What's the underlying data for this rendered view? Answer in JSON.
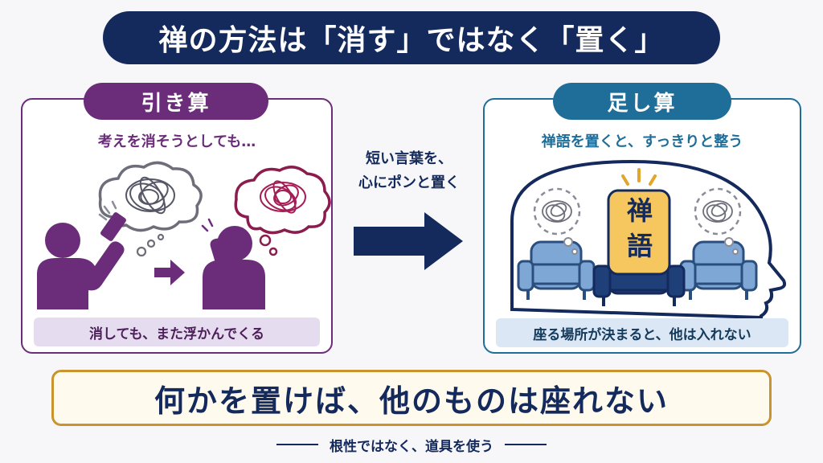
{
  "title": "禅の方法は「消す」ではなく「置く」",
  "left_panel": {
    "header": "引き算",
    "subtitle": "考えを消そうとしても…",
    "caption": "消しても、また浮かんでくる"
  },
  "middle": {
    "line1": "短い言葉を、",
    "line2": "心にポンと置く"
  },
  "right_panel": {
    "header": "足し算",
    "subtitle": "禅語を置くと、すっきりと整う",
    "seat_label_1": "禅",
    "seat_label_2": "語",
    "caption": "座る場所が決まると、他は入れない"
  },
  "banner": "何かを置けば、他のものは座れない",
  "footer": "根性ではなく、道具を使う",
  "colors": {
    "navy": "#142a5c",
    "purple": "#6b2d7a",
    "blue": "#1f6e99",
    "gold": "#c9932e",
    "chair": "#7ea7d6",
    "seat_sign": "#f6c75e"
  }
}
